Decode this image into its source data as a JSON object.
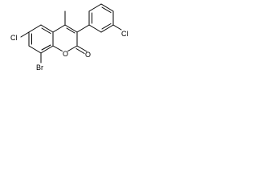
{
  "diagram": {
    "type": "chemical-structure",
    "atom_labels": {
      "chlorine_left": "Cl",
      "bromine": "Br",
      "ring_oxygen": "O",
      "carbonyl_oxygen": "O",
      "chlorine_phenyl": "Cl"
    },
    "colors": {
      "bond": "#000000",
      "label": "#000000",
      "background": "#ffffff"
    }
  }
}
